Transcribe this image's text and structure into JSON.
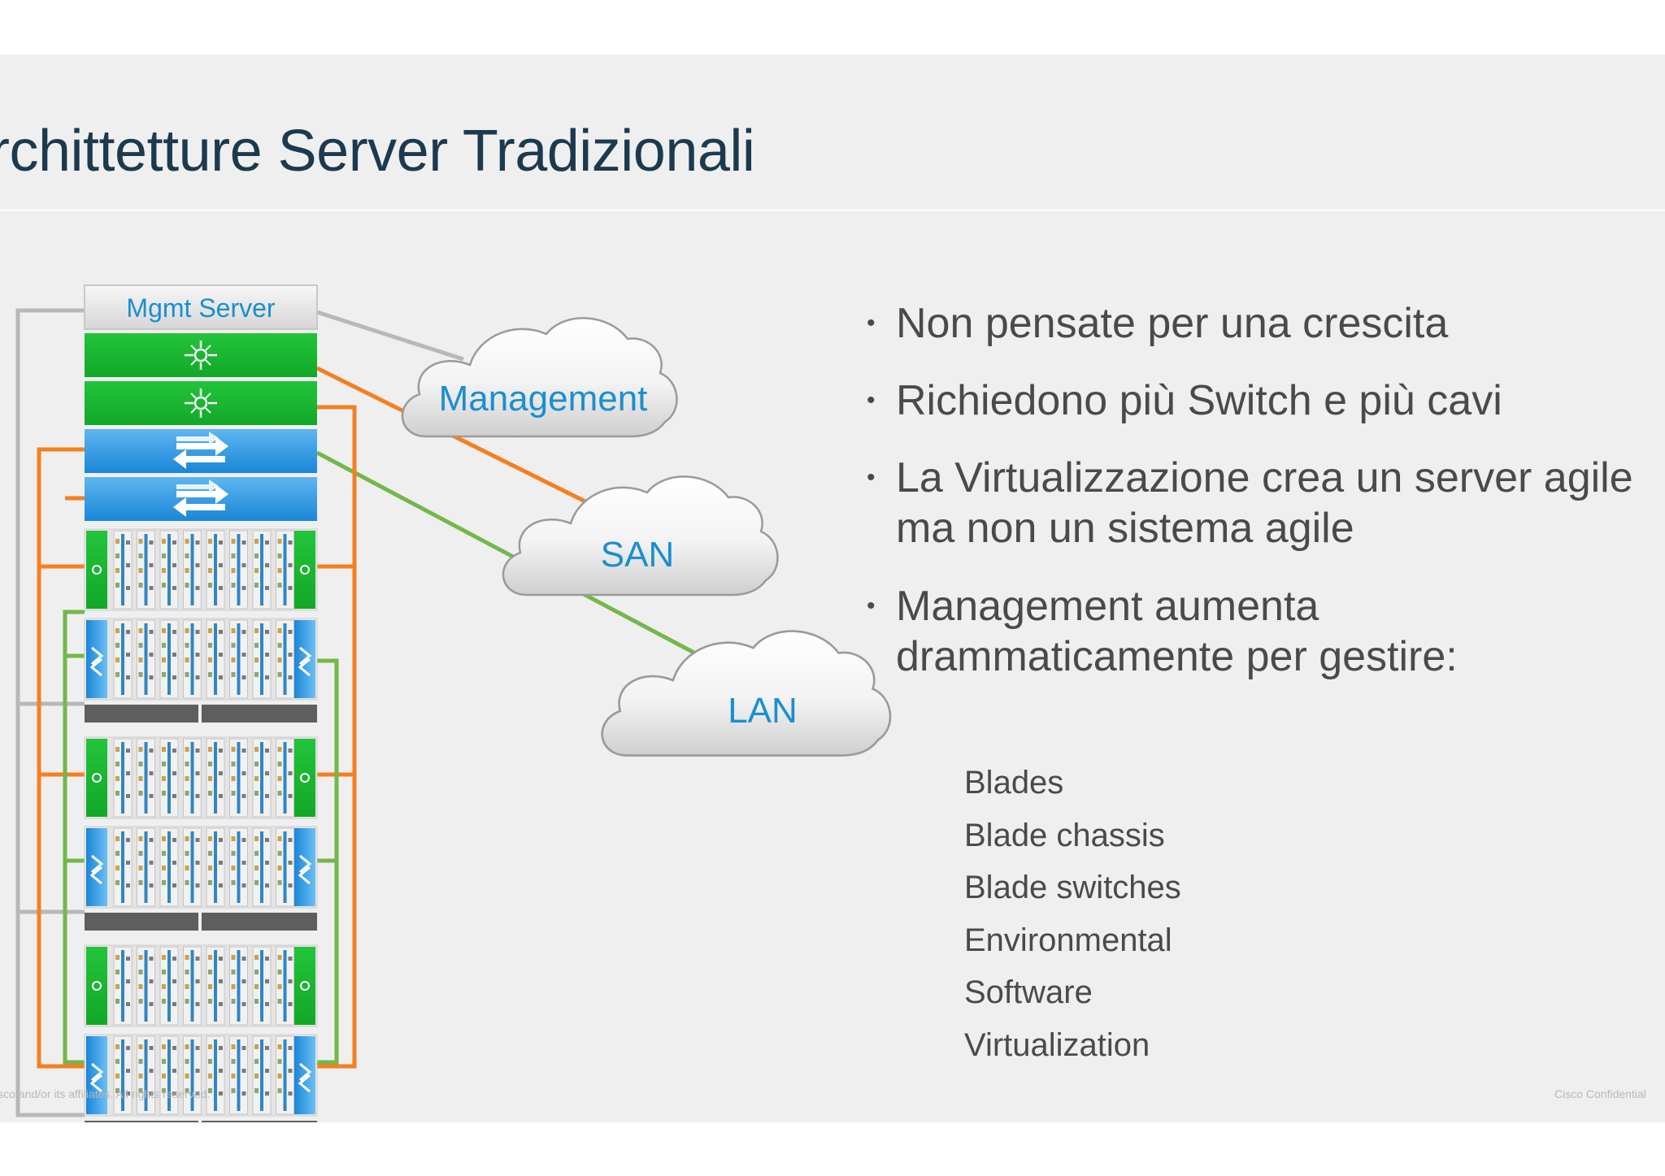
{
  "slide": {
    "title": "rchittetture Server Tradizionali",
    "footer_left": "isco and/or its affiliates. All rights reserved.",
    "footer_right": "Cisco Confidential"
  },
  "diagram": {
    "mgmt_server_label": "Mgmt Server",
    "clouds": [
      {
        "label": "Management"
      },
      {
        "label": "SAN"
      },
      {
        "label": "LAN"
      }
    ],
    "colors": {
      "management_link": "#f57f20",
      "lan_link": "#72b84a",
      "mgmt_server_link": "#b8b8b8",
      "fc_switch": "#19b82c",
      "ethernet_switch": "#1a8fe0",
      "cloud_label": "#1a8fd0"
    },
    "blade_chassis_count": 3
  },
  "bullets": [
    {
      "text": "Non pensate per una crescita"
    },
    {
      "text": "Richiedono più Switch e più cavi"
    },
    {
      "line1": "La Virtualizzazione  crea un server agile",
      "line2": "ma non un sistema agile"
    },
    {
      "line1": "Management aumenta",
      "line2": "drammaticamente  per gestire:"
    }
  ],
  "sub_items": [
    "Blades",
    "Blade chassis",
    "Blade switches",
    "Environmental",
    "Software",
    "Virtualization"
  ]
}
